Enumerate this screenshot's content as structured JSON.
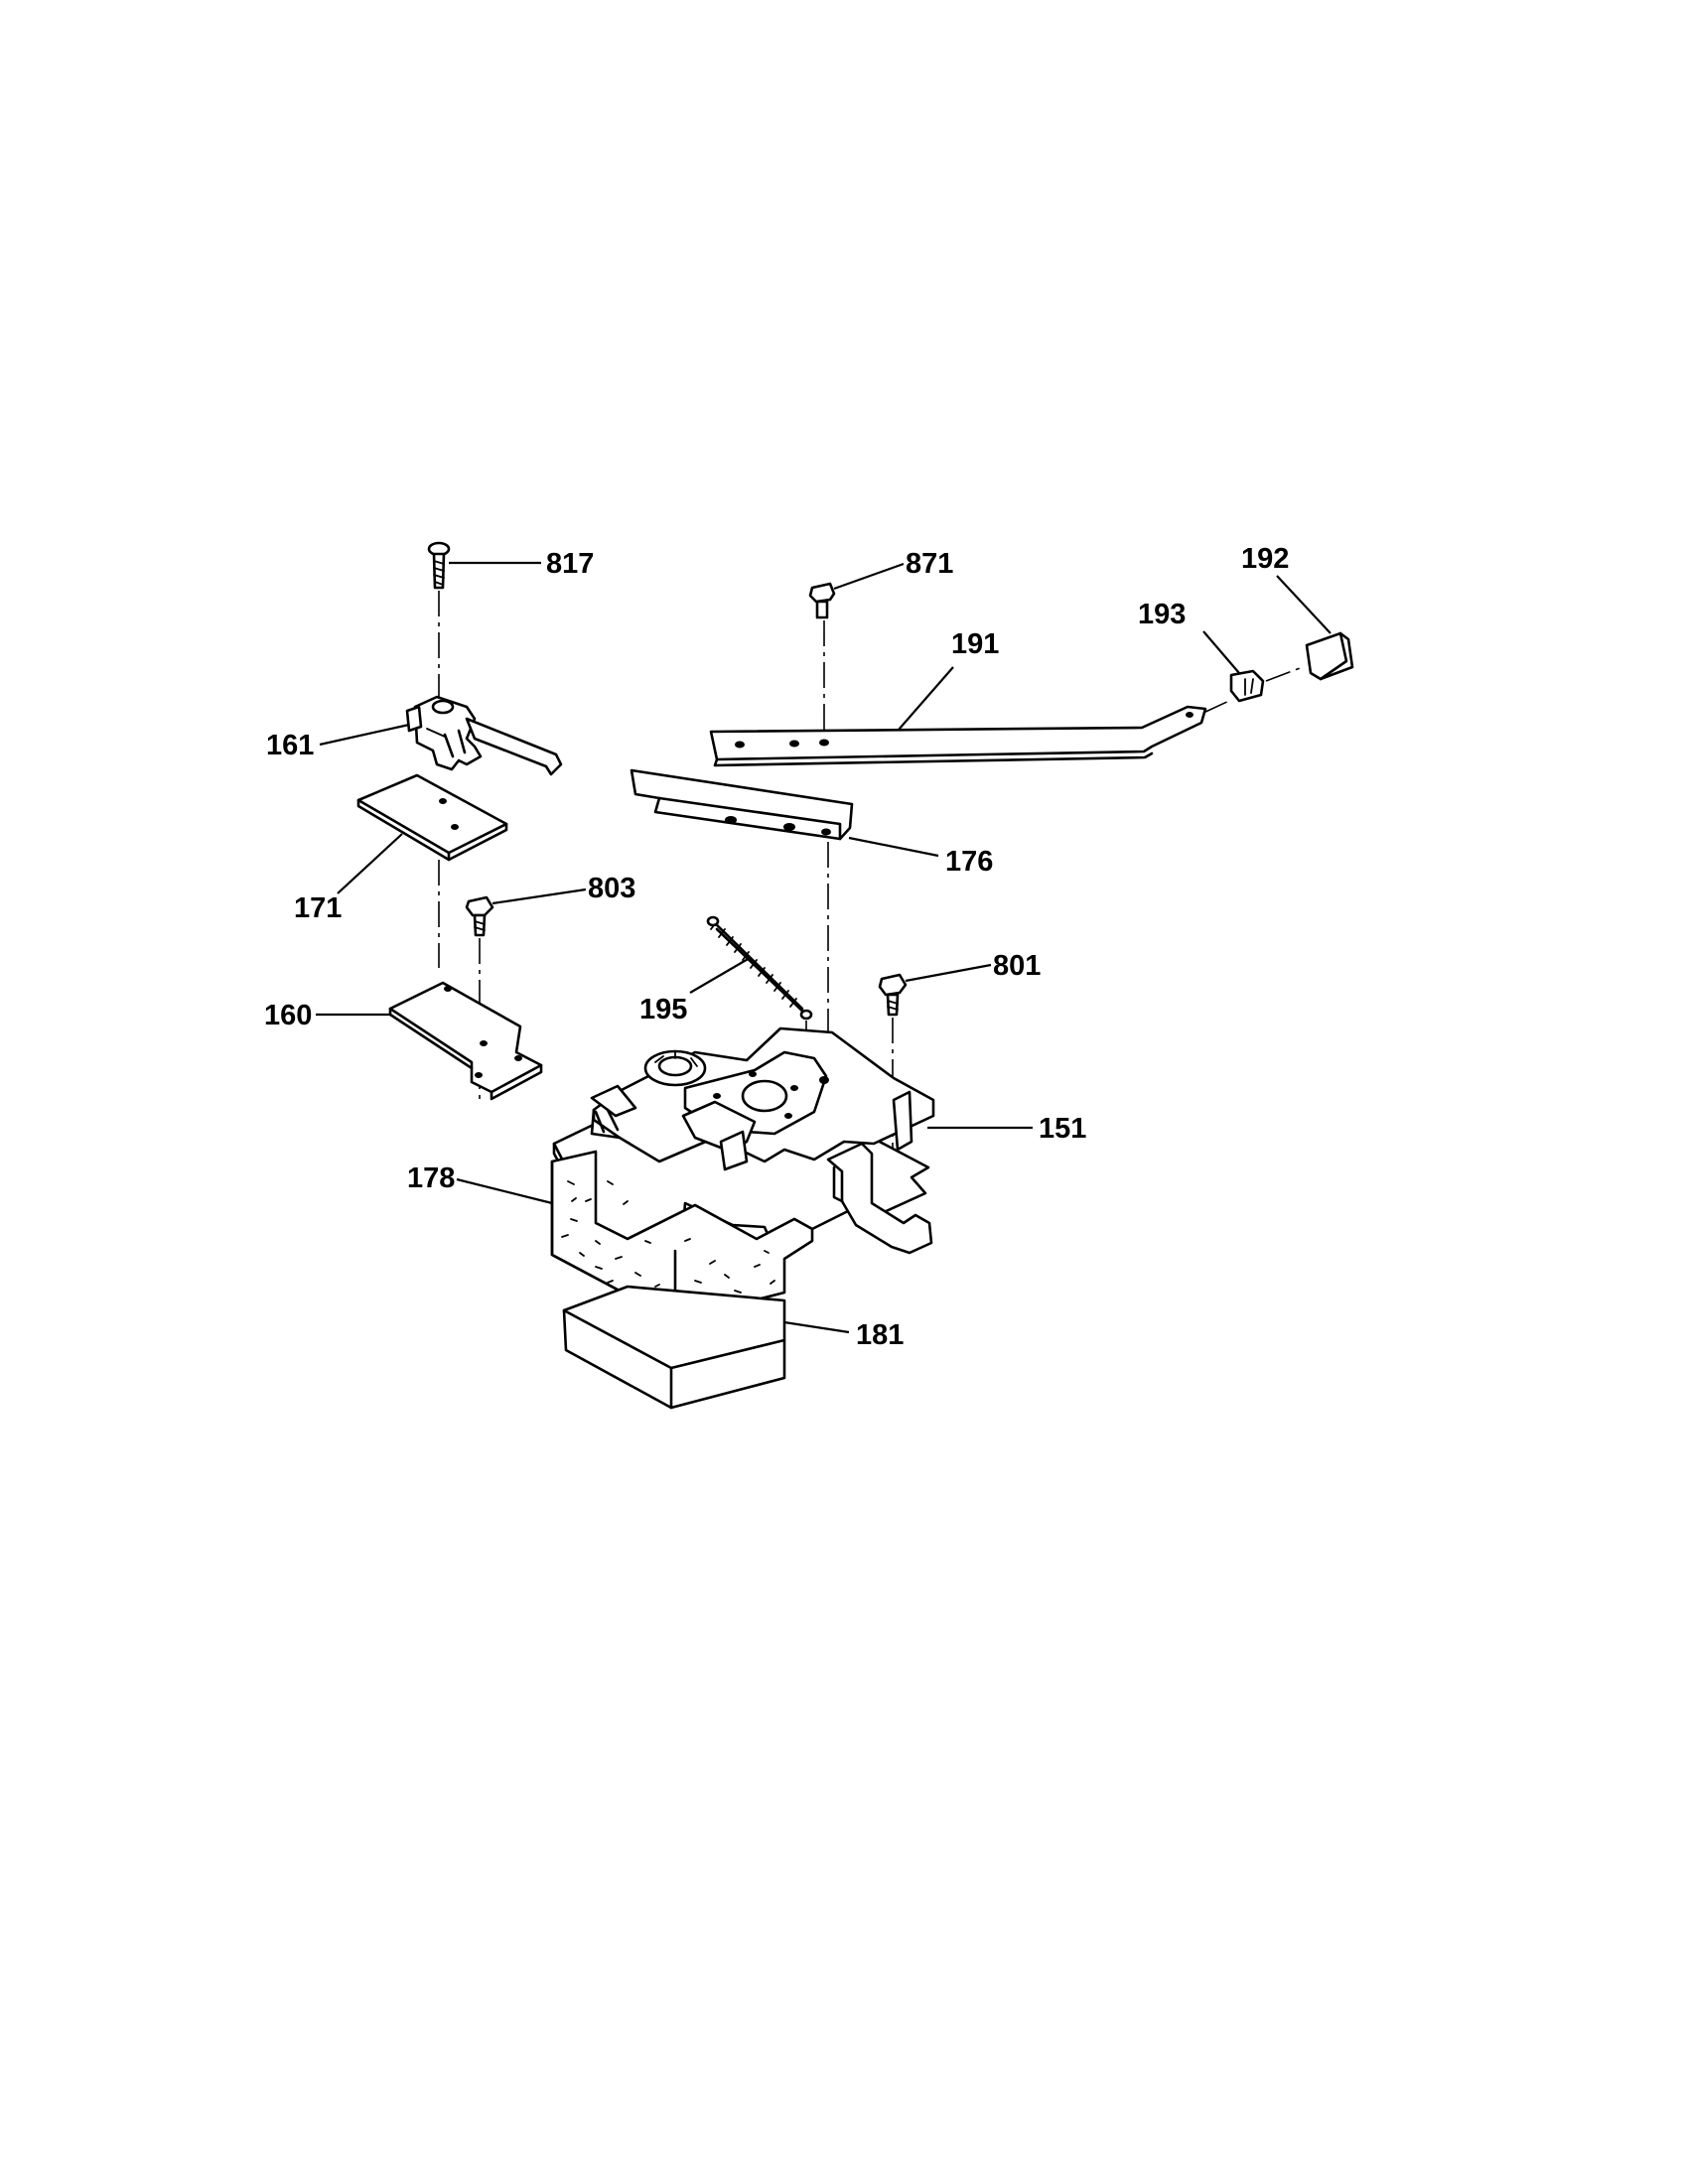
{
  "diagram": {
    "part_labels": [
      {
        "id": "817",
        "text": "817"
      },
      {
        "id": "871",
        "text": "871"
      },
      {
        "id": "192",
        "text": "192"
      },
      {
        "id": "193",
        "text": "193"
      },
      {
        "id": "191",
        "text": "191"
      },
      {
        "id": "161",
        "text": "161"
      },
      {
        "id": "176",
        "text": "176"
      },
      {
        "id": "171",
        "text": "171"
      },
      {
        "id": "803",
        "text": "803"
      },
      {
        "id": "801",
        "text": "801"
      },
      {
        "id": "195",
        "text": "195"
      },
      {
        "id": "160",
        "text": "160"
      },
      {
        "id": "151",
        "text": "151"
      },
      {
        "id": "178",
        "text": "178"
      },
      {
        "id": "181",
        "text": "181"
      }
    ]
  }
}
